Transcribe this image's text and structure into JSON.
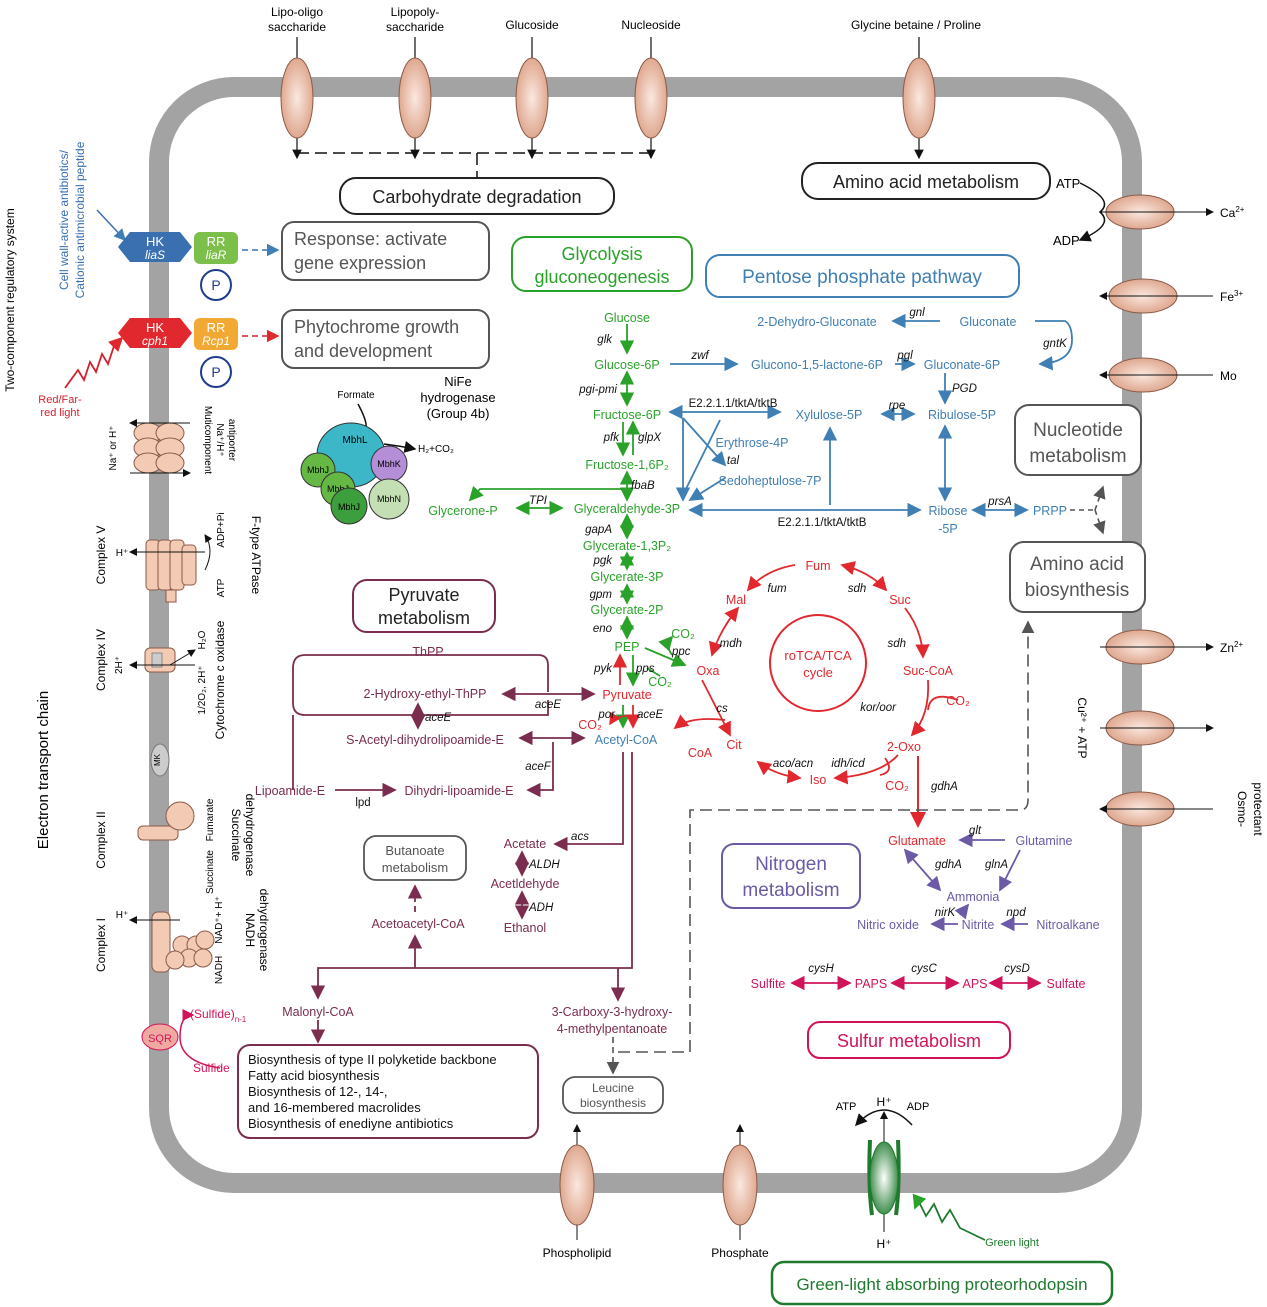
{
  "colors": {
    "membrane": "#a3a3a3",
    "glycolysis": "#2aa22a",
    "pentose": "#3f7fb3",
    "tca": "#e0282e",
    "pyruvate": "#7b2d4f",
    "nitrogen": "#6c5aa6",
    "sulfur": "#d1145a",
    "dark_green": "#1f7a2e",
    "blue_text": "#3a6fb0",
    "red_text": "#d4202c",
    "gray_box": "#555555"
  },
  "side_labels": {
    "two_component": "Two-component regulatory system",
    "etc": "Electron transport chain",
    "antibiotic_1": "Cell wall-active antibiotics/",
    "antibiotic_2": "Cationic antimicrobial peptide",
    "red_light_1": "Red/Far-",
    "red_light_2": "red light"
  },
  "transporters_top": [
    "Lipo-oligo",
    "saccharide",
    "Lipopoly-",
    "saccharide",
    "Glucoside",
    "Nucleoside",
    "Glycine betaine / Proline"
  ],
  "transporters_right": {
    "atp": "ATP",
    "adp": "ADP",
    "ca": "Ca",
    "ca_sup": "2+",
    "fe": "Fe",
    "fe_sup": "3+",
    "mo": "Mo",
    "zn": "Zn",
    "zn_sup": "2+",
    "cu": "Cu²⁺ + ATP",
    "osmo_1": "Osmo-",
    "osmo_2": "protectant"
  },
  "transporters_bottom": {
    "phospholipid": "Phospholipid",
    "phosphate": "Phosphate"
  },
  "boxes": {
    "carb_degradation": "Carbohydrate degradation",
    "amino_metabolism": "Amino acid metabolism",
    "response_1": "Response: activate",
    "response_2": "gene expression",
    "phyto_1": "Phytochrome growth",
    "phyto_2": "and development",
    "glycolysis_1": "Glycolysis",
    "glycolysis_2": "gluconeogenesis",
    "pentose": "Pentose phosphate pathway",
    "nucleotide_1": "Nucleotide",
    "nucleotide_2": "metabolism",
    "aa_biosynth_1": "Amino acid",
    "aa_biosynth_2": "biosynthesis",
    "pyruvate_1": "Pyruvate",
    "pyruvate_2": "metabolism",
    "butanoate_1": "Butanoate",
    "butanoate_2": "metabolism",
    "nitrogen_1": "Nitrogen",
    "nitrogen_2": "metabolism",
    "sulfur": "Sulfur metabolism",
    "leucine_1": "Leucine",
    "leucine_2": "biosynthesis",
    "proteorhodopsin": "Green-light absorbing proteorhodopsin",
    "polyketide": [
      "Biosynthesis of type II polyketide backbone",
      "Fatty acid biosynthesis",
      "Biosynthesis of 12-, 14-,",
      "and 16-membered macrolides",
      "Biosynthesis of enediyne antibiotics"
    ]
  },
  "hk": {
    "hk1": "HK",
    "hk1_gene": "liaS",
    "rr1": "RR",
    "rr1_gene": "liaR",
    "hk2": "HK",
    "hk2_gene": "cph1",
    "rr2": "RR",
    "rr2_gene": "Rcp1",
    "p": "P"
  },
  "hydrogenase": {
    "formate": "Formate",
    "title_1": "NiFe",
    "title_2": "hydrogenase",
    "title_3": "(Group 4b)",
    "products": "H₂+CO₂",
    "subunits": [
      "MbhL",
      "MbhK",
      "MbhJ",
      "MbhJ",
      "MbhN",
      "MbhJ"
    ]
  },
  "etc_labels": {
    "antiporter_1": "Muticomponent",
    "antiporter_2": "Na⁺/H⁺",
    "antiporter_3": "antiporter",
    "na_h": "Na⁺ or H⁺",
    "complex_v": "Complex V",
    "f_atpase": "F-type ATPase",
    "adp_pi": "ADP+Pi",
    "atp": "ATP",
    "h": "H⁺",
    "complex_iv": "Complex IV",
    "cyt_oxidase": "Cytochrome c oxidase",
    "o2": "1/2O₂, 2H⁺",
    "h2o": "H₂O",
    "h2": "2H⁺",
    "mk": "MK",
    "complex_ii": "Complex II",
    "sdh_1": "Succinate",
    "sdh_2": "dehydrogenase",
    "succinate": "Succinate",
    "fumarate": "Fumarate",
    "complex_i": "Complex I",
    "nadh_1": "NADH",
    "nadh_2": "dehydrogenase",
    "nad": "NAD⁺+ H⁺",
    "nadh": "NADH",
    "sqr": "SQR",
    "sulfide_n": "(Sulfide)",
    "sulfide_n_sub": "n-1",
    "sulfide": "Sulfide"
  },
  "glycolysis": {
    "glucose": "Glucose",
    "glk": "glk",
    "g6p": "Glucose-6P",
    "pgi": "pgi-pmi",
    "f6p": "Fructose-6P",
    "pfk": "pfk",
    "glpx": "glpX",
    "fbp": "Fructose-1,6P₂",
    "fbab": "fbaB",
    "gap": "Glyceraldehyde-3P",
    "tpi": "TPI",
    "dhap": "Glycerone-P",
    "gapa": "gapA",
    "bpg": "Glycerate-1,3P₂",
    "pgk": "pgk",
    "g3p": "Glycerate-3P",
    "gpm": "gpm",
    "g2p": "Glycerate-2P",
    "eno": "eno",
    "pep": "PEP",
    "pyk": "pyk",
    "pps": "pps",
    "pyruvate": "Pyruvate",
    "por": "por",
    "acee": "aceE",
    "acetyl_coa": "Acetyl-CoA",
    "co2": "CO₂",
    "ppc": "ppc"
  },
  "pentose": {
    "gnl": "gnl",
    "dehydro": "2-Dehydro-Gluconate",
    "gluconate": "Gluconate",
    "gntk": "gntK",
    "zwf": "zwf",
    "lactone": "Glucono-1,5-lactone-6P",
    "pgl": "pgl",
    "g6p2": "Gluconate-6P",
    "pgd": "PGD",
    "e_tkt": "E2.2.1.1/tktA/tktB",
    "xyl": "Xylulose-5P",
    "rpe": "rpe",
    "ribulose": "Ribulose-5P",
    "ery": "Erythrose-4P",
    "tal": "tal",
    "sedo": "Sedoheptulose-7P",
    "ribose_1": "Ribose",
    "ribose_2": "-5P",
    "prsa": "prsA",
    "prpp": "PRPP"
  },
  "tca": {
    "fum": "Fum",
    "fum_e": "fum",
    "sdh": "sdh",
    "mal": "Mal",
    "suc": "Suc",
    "mdh": "mdh",
    "sdh2": "sdh",
    "oxa": "Oxa",
    "suc_coa": "Suc-CoA",
    "co2": "CO₂",
    "kor": "kor/oor",
    "cs": "cs",
    "cycle_1": "roTCA/TCA",
    "cycle_2": "cycle",
    "cit": "Cit",
    "coa": "CoA",
    "oxo": "2-Oxo",
    "aco": "aco/acn",
    "idh": "idh/icd",
    "iso": "Iso",
    "gdha": "gdhA"
  },
  "pyruvate_met": {
    "thpp": "ThPP",
    "hydroxy": "2-Hydroxy-ethyl-ThPP",
    "acee1": "aceE",
    "acee2": "aceE",
    "s_acetyl": "S-Acetyl-dihydrolipoamide-E",
    "acef": "aceF",
    "lipoamide": "Lipoamide-E",
    "lpd": "lpd",
    "dihydri": "Dihydri-lipoamide-E",
    "acetate": "Acetate",
    "acs": "acs",
    "aldh": "ALDH",
    "acetaldehyde": "Acetldehyde",
    "adh": "ADH",
    "ethanol": "Ethanol",
    "acetoacetyl": "Acetoacetyl-CoA",
    "malonyl": "Malonyl-CoA",
    "carboxy_1": "3-Carboxy-3-hydroxy-",
    "carboxy_2": "4-methylpentanoate"
  },
  "nitrogen": {
    "glutamate": "Glutamate",
    "glt": "glt",
    "glutamine": "Glutamine",
    "gdha": "gdhA",
    "glna": "glnA",
    "ammonia": "Ammonia",
    "nirk": "nirK",
    "npd": "npd",
    "nitric": "Nitric oxide",
    "nitrite": "Nitrite",
    "nitroalkane": "Nitroalkane"
  },
  "sulfur": {
    "sulfite": "Sulfite",
    "cysh": "cysH",
    "paps": "PAPS",
    "cysc": "cysC",
    "aps": "APS",
    "cysd": "cysD",
    "sulfate": "Sulfate"
  },
  "proteorhodopsin": {
    "atp": "ATP",
    "h_top": "H⁺",
    "adp": "ADP",
    "h_bottom": "H⁺",
    "green_light": "Green light"
  }
}
